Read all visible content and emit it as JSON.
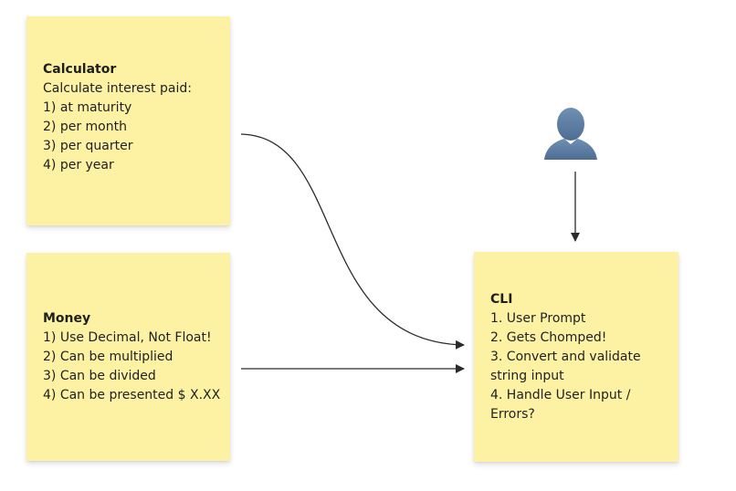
{
  "notes": {
    "calculator": {
      "title": "Calculator",
      "lines": [
        "Calculate interest paid:",
        "1) at maturity",
        "2) per month",
        "3) per quarter",
        "4) per year"
      ]
    },
    "money": {
      "title": "Money",
      "lines": [
        "1) Use Decimal, Not Float!",
        "2) Can be multiplied",
        "3) Can be divided",
        "4) Can be presented $ X.XX"
      ]
    },
    "cli": {
      "title": "CLI",
      "lines": [
        "1. User Prompt",
        "2. Gets Chomped!",
        "3. Convert and validate string input",
        "4. Handle User Input / Errors?"
      ]
    }
  },
  "colors": {
    "sticky": "#fdf2a3",
    "connector": "#2b2b2b",
    "user_icon": "#5d7ea3"
  },
  "icons": {
    "user": "user-icon"
  }
}
